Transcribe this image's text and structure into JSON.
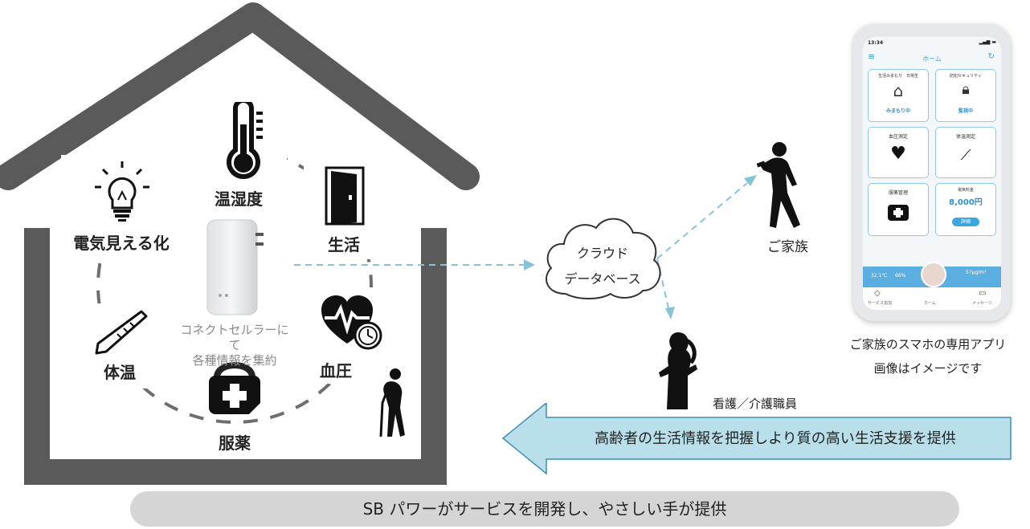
{
  "house": {
    "sensors": {
      "temperature_humidity": "温湿度",
      "electricity": "電気見える化",
      "life": "生活",
      "body_temp": "体温",
      "blood_pressure": "血圧",
      "medication": "服薬"
    },
    "device_caption_line1": "コネクトセルラーにて",
    "device_caption_line2": "各種情報を集約"
  },
  "cloud": {
    "line1": "クラウド",
    "line2": "データベース"
  },
  "family_label": "ご家族",
  "nurse_label": "看護／介護職員",
  "phone": {
    "time": "13:34",
    "title": "ホーム",
    "card1_title": "生活みまもり　日常生",
    "card1_status": "みまもり中",
    "card2_title": "防犯セキュリティ",
    "card2_status": "監視中",
    "card3_title": "血圧測定",
    "card4_title": "体温測定",
    "card5_title": "服薬管理",
    "card6_title": "電気料金",
    "card6_value": "8,000円",
    "card6_button": "詳細",
    "bottom_temp": "32.1℃",
    "bottom_humidity": "66%",
    "bottom_co2": "57μg/m³",
    "nav_service": "サービス追加",
    "nav_home": "ホーム",
    "nav_message": "メッセージ"
  },
  "phone_caption_line1": "ご家族のスマホの専用アプリ",
  "phone_caption_line2": "画像はイメージです",
  "arrow_banner": "高齢者の生活情報を把握しより質の高い生活支援を提供",
  "footer": "SB パワーがサービスを開発し、やさしい手が提供"
}
